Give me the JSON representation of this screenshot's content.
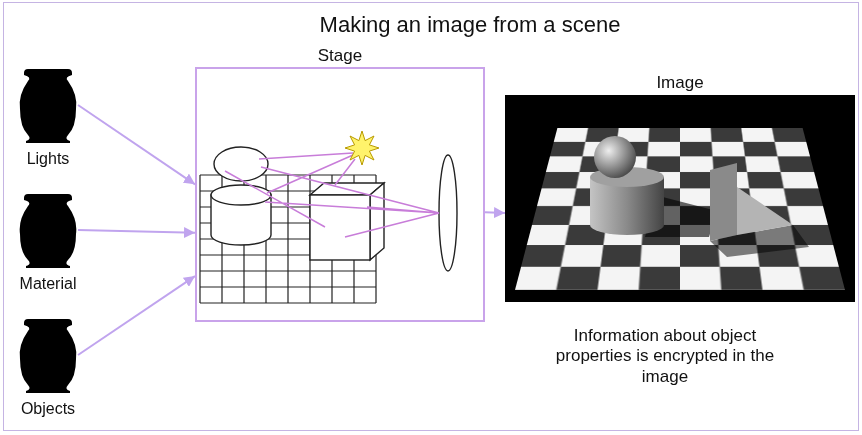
{
  "diagram": {
    "title": "Making an image from a scene",
    "nodes": [
      {
        "text": [
          "Lights"
        ]
      },
      {
        "text": [
          "Material"
        ]
      },
      {
        "text": [
          "Objects"
        ]
      },
      {
        "text": [
          "Stage"
        ]
      },
      {
        "text": [
          "Image"
        ]
      }
    ],
    "edges": [
      {
        "from": 0,
        "to": 3,
        "arrow": "to"
      },
      {
        "from": 1,
        "to": 3,
        "arrow": "to"
      },
      {
        "from": 2,
        "to": 3,
        "arrow": "to"
      },
      {
        "from": 3,
        "to": 4,
        "arrow": "to"
      }
    ],
    "labels": [
      "Information about object properties is encrypted in the image"
    ]
  }
}
